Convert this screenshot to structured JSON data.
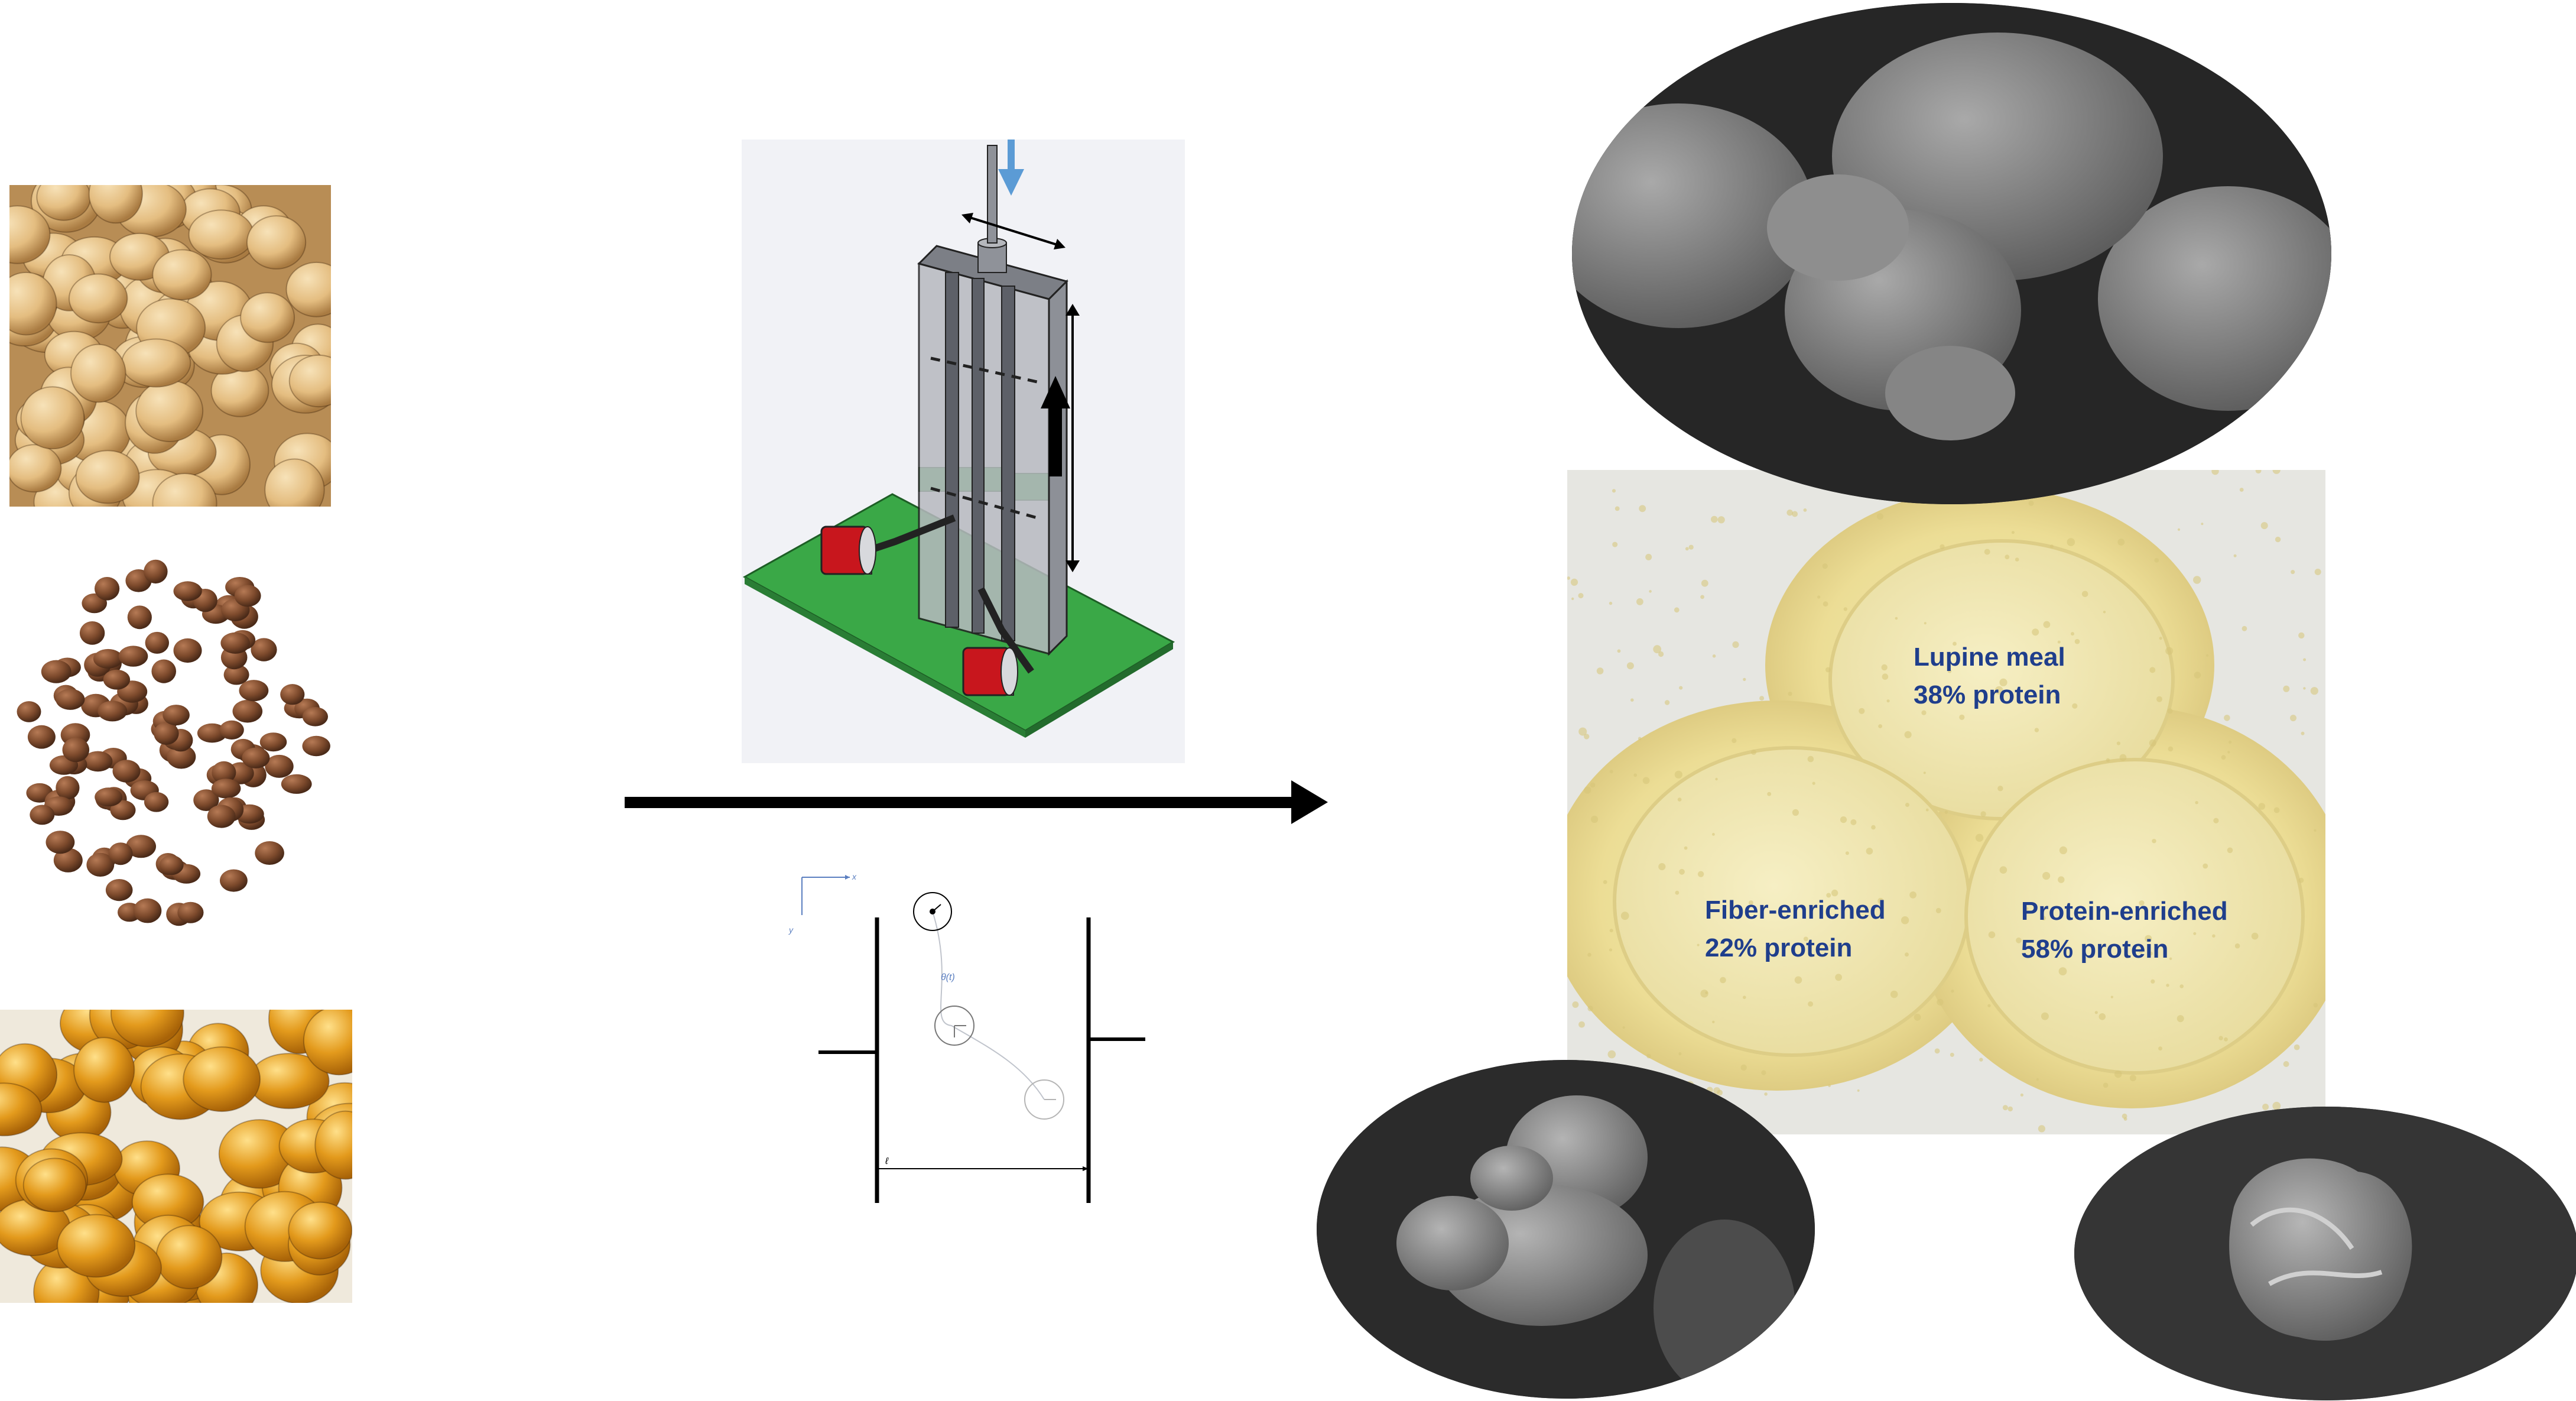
{
  "powder_labels": {
    "lupine_meal": "Lupine meal\n38% protein",
    "fiber_enriched": "Fiber-enriched\n22% protein",
    "protein_enriched": "Protein-enriched\n58% protein"
  },
  "trajectory_labels": {
    "axis_x": "x",
    "axis_y": "y",
    "theta": "θ(t)",
    "width": "ℓ"
  },
  "colors": {
    "label_text": "#1f3e8c",
    "arrow": "#000000",
    "device_base": "#3aa847",
    "motor": "#c8161d",
    "feed_arrow": "#5b9bd5",
    "powder": "#efe6a8"
  }
}
